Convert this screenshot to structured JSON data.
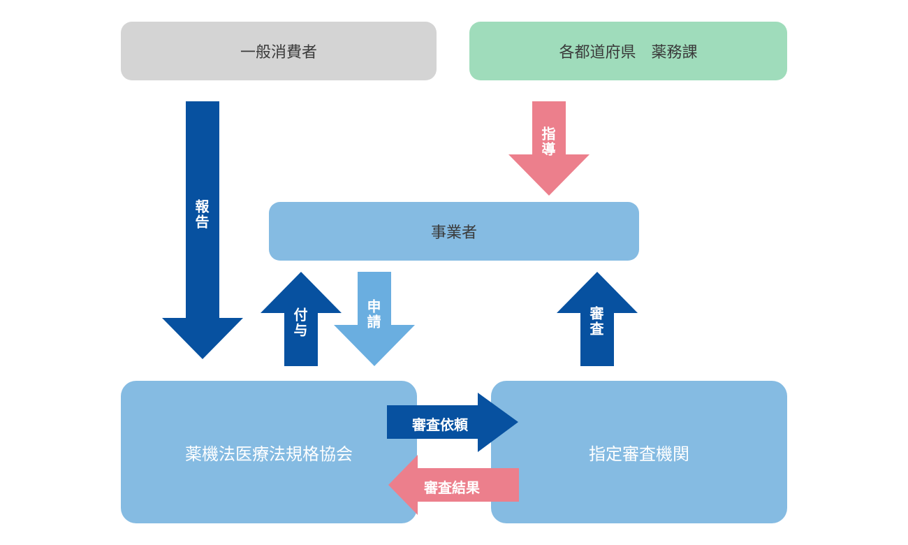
{
  "colors": {
    "dark_blue": "#0751a0",
    "light_blue_arrow": "#6aaee0",
    "pink": "#ec7f8c",
    "box_blue": "#85bbe2",
    "box_gray": "#d4d4d4",
    "box_green": "#9fdcbb"
  },
  "nodes": {
    "consumer": "一般消費者",
    "prefecture": "各都道府県　薬務課",
    "business": "事業者",
    "association": "薬機法医療法規格協会",
    "agency": "指定審査機関"
  },
  "edges": [
    {
      "id": "report",
      "label": "報告",
      "from": "consumer",
      "to": "association",
      "color": "dark_blue"
    },
    {
      "id": "guidance",
      "label": "指導",
      "from": "prefecture",
      "to": "business",
      "color": "pink"
    },
    {
      "id": "grant",
      "label": "付与",
      "from": "association",
      "to": "business",
      "color": "dark_blue"
    },
    {
      "id": "apply",
      "label": "申請",
      "from": "business",
      "to": "association",
      "color": "light_blue_arrow"
    },
    {
      "id": "review",
      "label": "審査",
      "from": "agency",
      "to": "business",
      "color": "dark_blue"
    },
    {
      "id": "review_request",
      "label": "審査依頼",
      "from": "association",
      "to": "agency",
      "color": "dark_blue"
    },
    {
      "id": "review_result",
      "label": "審査結果",
      "from": "agency",
      "to": "association",
      "color": "pink"
    }
  ]
}
